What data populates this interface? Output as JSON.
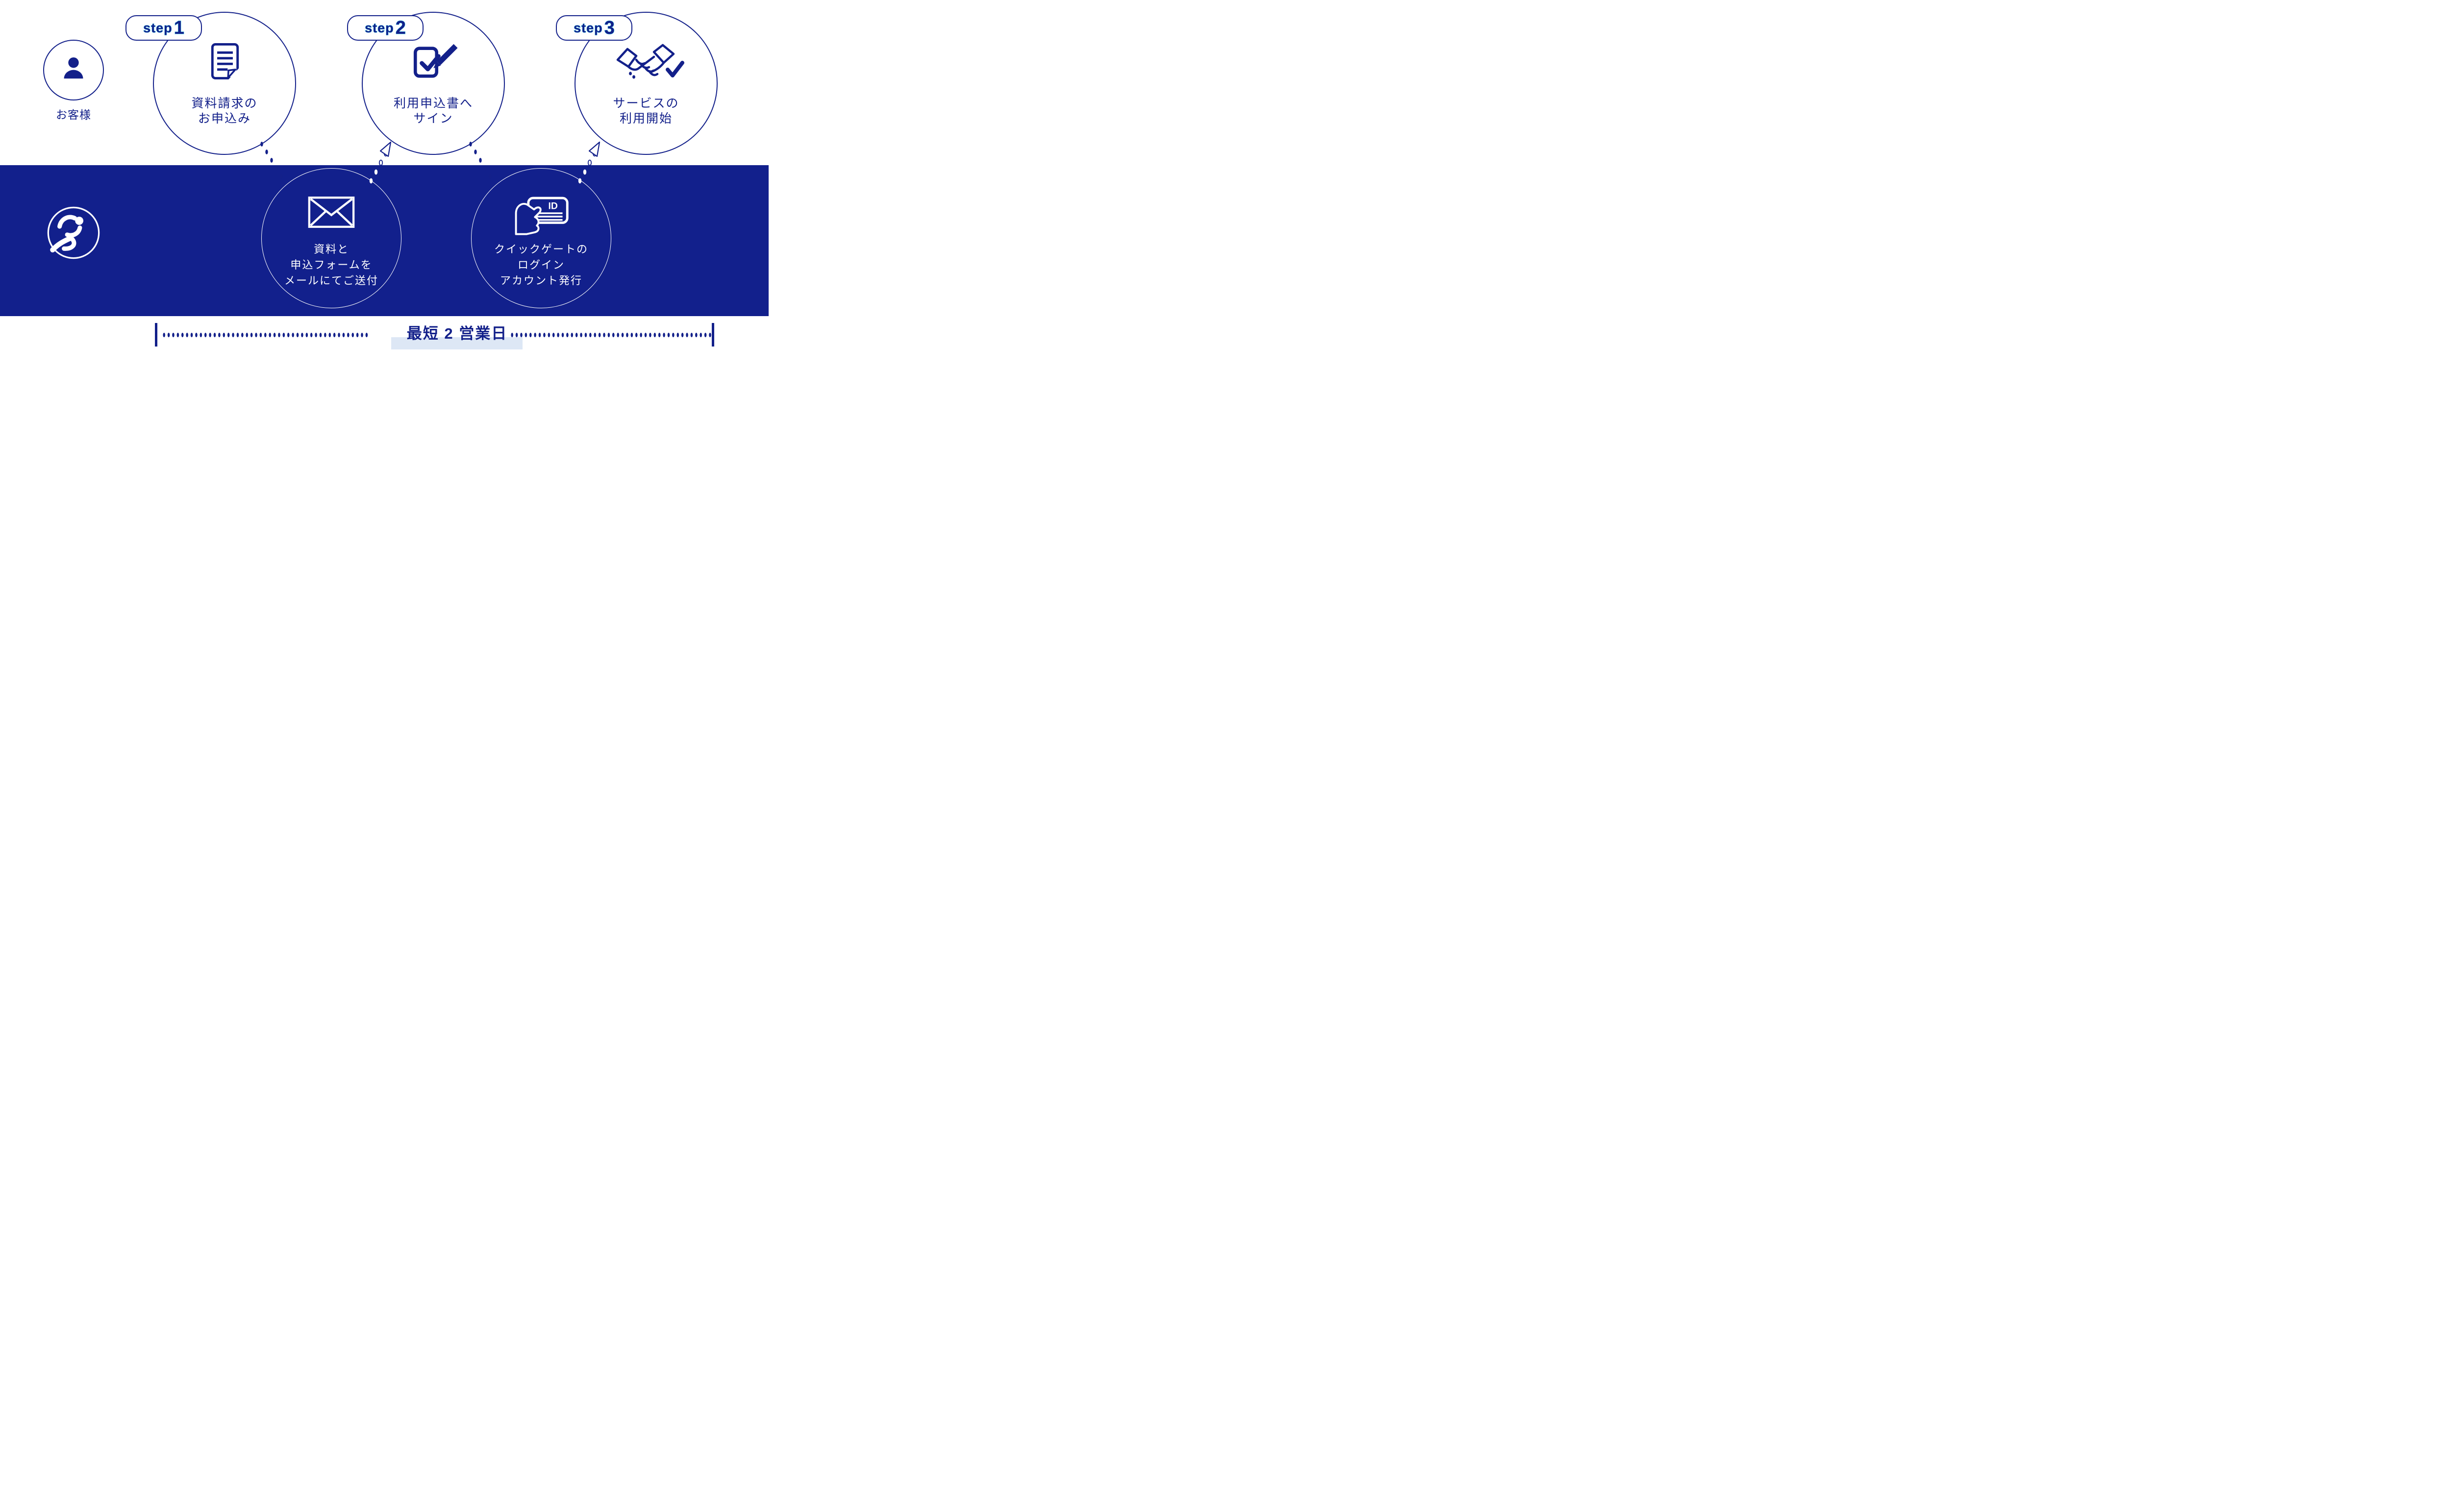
{
  "colors": {
    "navy": "#13208A",
    "band_blue": "#12208C",
    "cyan_outline": "#3FC9E8",
    "highlight": "#DDE7F5",
    "white": "#FFFFFF"
  },
  "customer": {
    "label": "お客様",
    "icon": "person-icon"
  },
  "steps": [
    {
      "badge": {
        "prefix": "step",
        "number": "1"
      },
      "icon": "document-icon",
      "label_lines": [
        "資料請求の",
        "お申込み"
      ]
    },
    {
      "badge": {
        "prefix": "step",
        "number": "2"
      },
      "icon": "checkbox-pen-icon",
      "label_lines": [
        "利用申込書へ",
        "サイン"
      ]
    },
    {
      "badge": {
        "prefix": "step",
        "number": "3"
      },
      "icon": "handshake-check-icon",
      "label_lines": [
        "サービスの",
        "利用開始"
      ]
    }
  ],
  "provider_steps": [
    {
      "icon": "envelope-icon",
      "lines": [
        "資料と",
        "申込フォームを",
        "メールにてご送付"
      ]
    },
    {
      "icon": "id-card-icon",
      "card_label": "ID",
      "lines": [
        "クイックゲートの",
        "ログイン",
        "アカウント発行"
      ]
    }
  ],
  "provider": {
    "icon": "runner-icon"
  },
  "timeline": {
    "label": "最短 2 営業日"
  }
}
